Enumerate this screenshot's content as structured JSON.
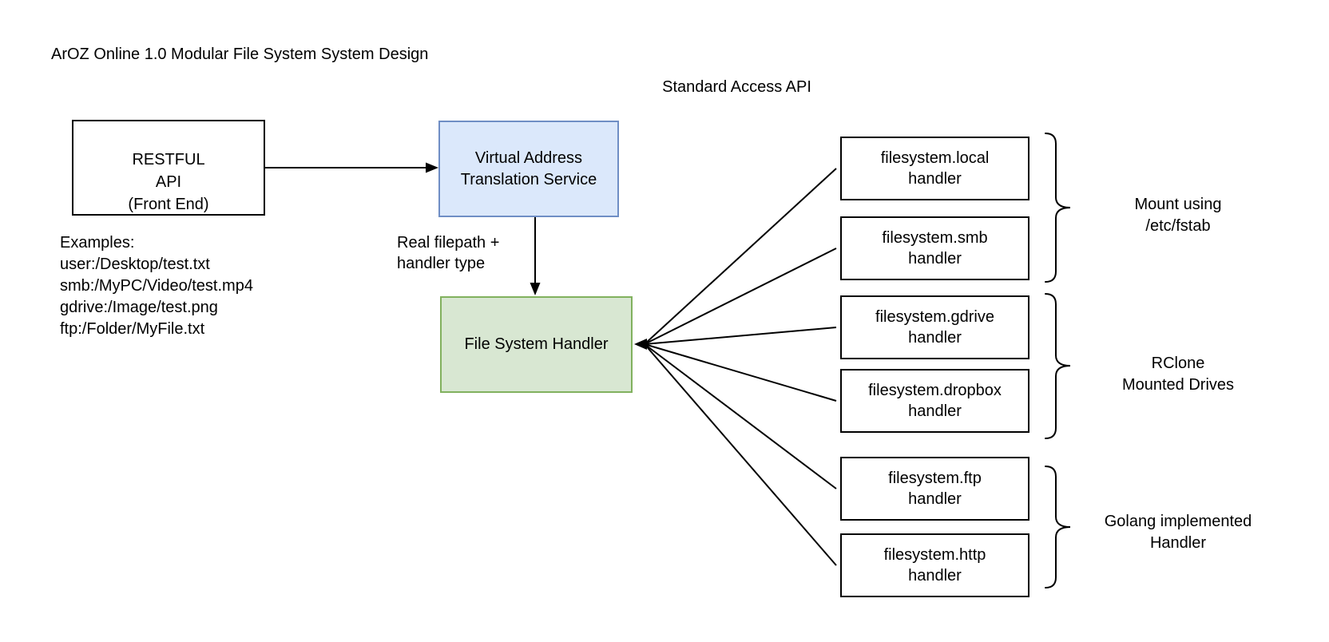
{
  "title": "ArOZ Online 1.0 Modular File System System Design",
  "labels": {
    "standard_access_api": "Standard Access API",
    "examples": "Examples:\nuser:/Desktop/test.txt\nsmb:/MyPC/Video/test.mp4\ngdrive:/Image/test.png\nftp:/Folder/MyFile.txt",
    "real_filepath": "Real filepath +\nhandler type"
  },
  "nodes": {
    "restful_api": {
      "label": "RESTFUL\nAPI\n(Front End)"
    },
    "vats": {
      "label": "Virtual Address\nTranslation Service"
    },
    "fsh": {
      "label": "File System Handler"
    }
  },
  "handlers": [
    {
      "label": "filesystem.local\nhandler"
    },
    {
      "label": "filesystem.smb\nhandler"
    },
    {
      "label": "filesystem.gdrive\nhandler"
    },
    {
      "label": "filesystem.dropbox\nhandler"
    },
    {
      "label": "filesystem.ftp\nhandler"
    },
    {
      "label": "filesystem.http\nhandler"
    }
  ],
  "groups": [
    {
      "label": "Mount using\n/etc/fstab"
    },
    {
      "label": "RClone\nMounted Drives"
    },
    {
      "label": "Golang implemented\nHandler"
    }
  ],
  "colors": {
    "background": "#ffffff",
    "text": "#000000",
    "line": "#000000",
    "vats_fill": "#dbe8fb",
    "vats_border": "#6f8ec5",
    "fsh_fill": "#d8e7d2",
    "fsh_border": "#81b15e",
    "plain_box_border": "#000000"
  }
}
